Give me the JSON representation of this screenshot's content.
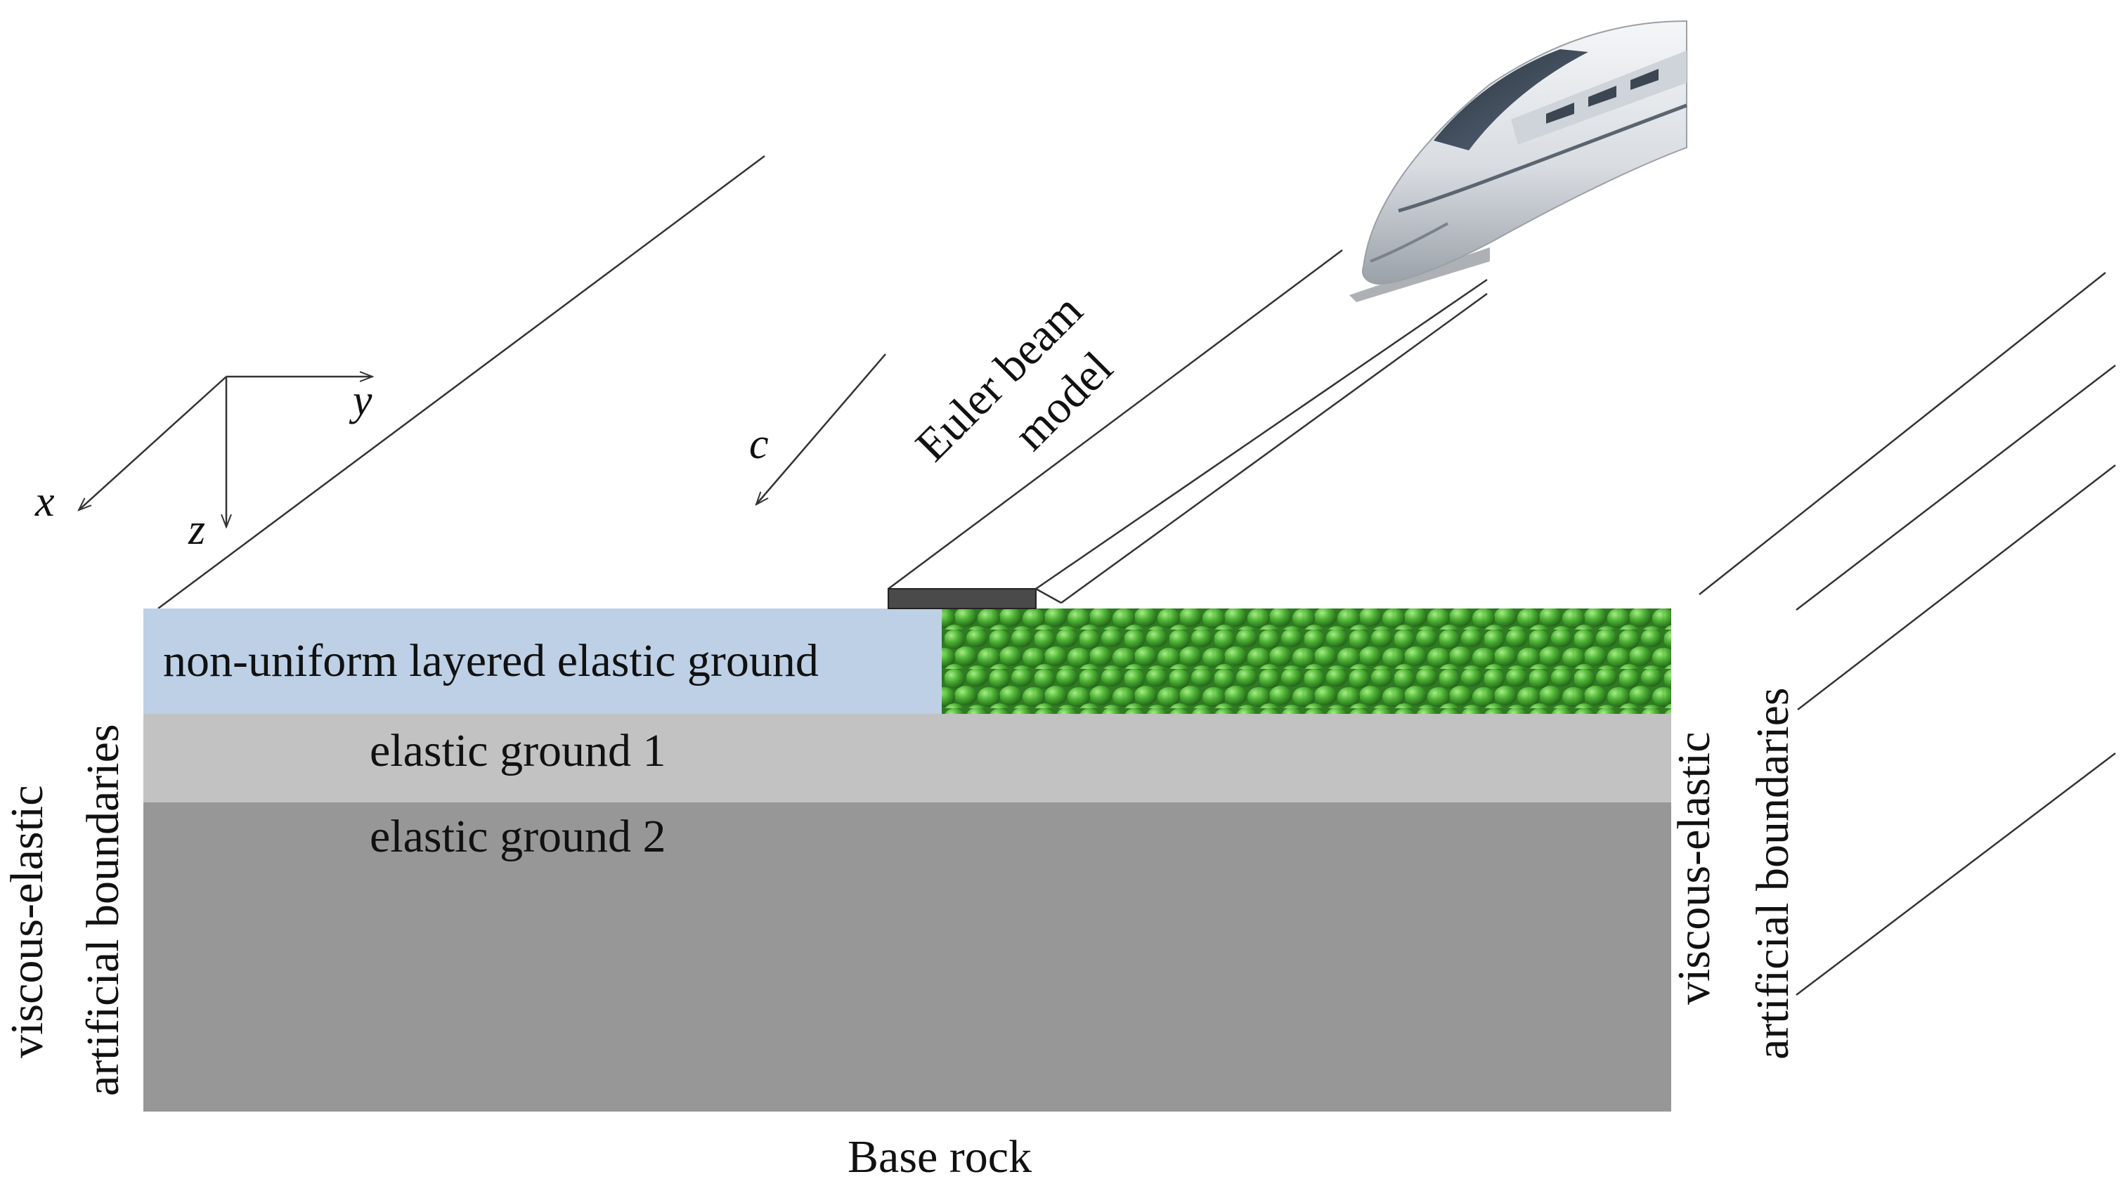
{
  "diagram": {
    "axes": {
      "x_label": "x",
      "y_label": "y",
      "z_label": "z"
    },
    "speed_label": "c",
    "beam_label_line1": "Euler beam",
    "beam_label_line2": "model",
    "layers": {
      "top": "non-uniform layered elastic ground",
      "middle": "elastic ground 1",
      "bottom": "elastic ground 2"
    },
    "base_label": "Base rock",
    "left_boundary_line1": "viscous-elastic",
    "left_boundary_line2": "artificial boundaries",
    "right_boundary_line1": "viscous-elastic",
    "right_boundary_line2": "artificial boundaries",
    "colors": {
      "top_layer": "#bdd0e6",
      "middle_layer": "#c2c2c2",
      "bottom_layer": "#979797",
      "granular_layer": "#3f9a2c",
      "granular_highlight": "#86d86a",
      "beam": "#4a4a4a",
      "lines": "#333333"
    },
    "icons": {
      "train": "high-speed-train-icon"
    }
  }
}
